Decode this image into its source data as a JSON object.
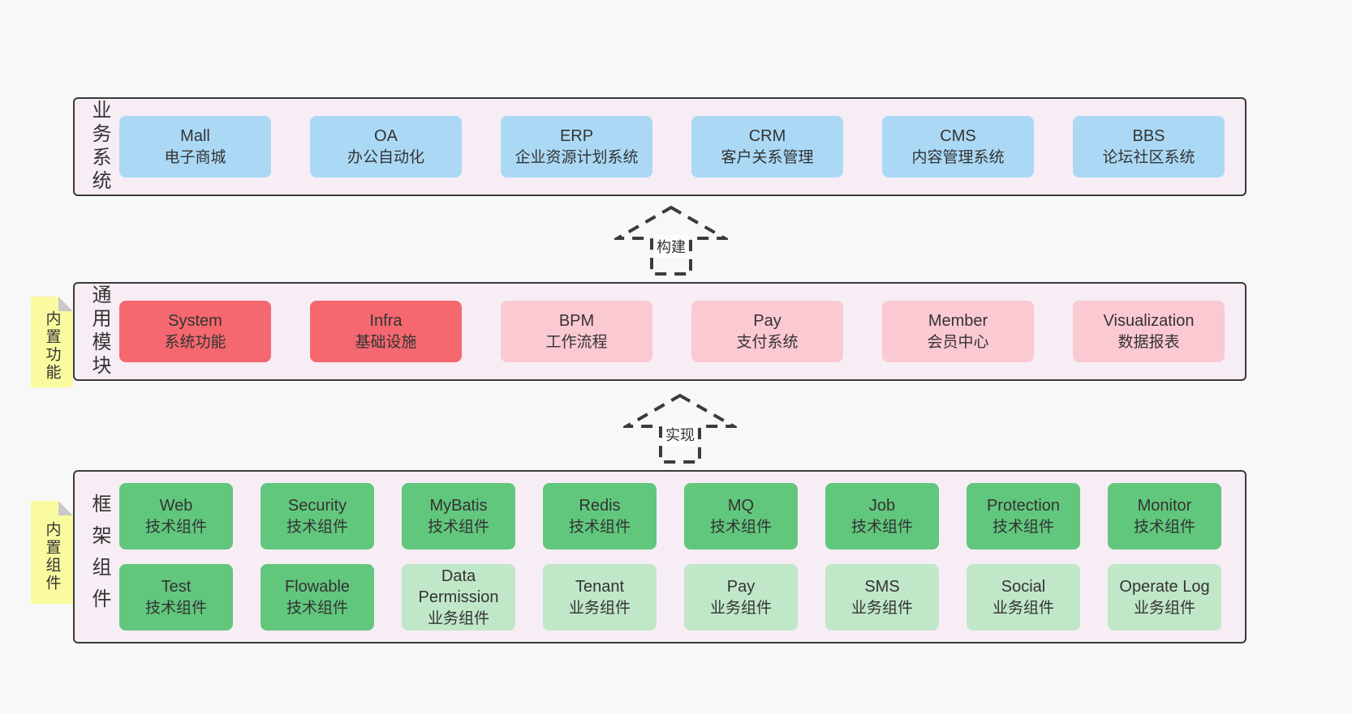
{
  "colors": {
    "page_bg": "#f8f8f8",
    "container_bg": "#f7edf5",
    "container_border": "#3b3b3b",
    "blue": "#abd9f5",
    "red": "#f5686f",
    "pink": "#fbc9d2",
    "green": "#61c77d",
    "light_green": "#c0e7c8",
    "note_yellow": "#fafaa0",
    "note_fold": "#c9c9c9",
    "text": "#333333"
  },
  "sections": [
    {
      "label": "业务系统",
      "note": null,
      "rows": [
        [
          {
            "en": "Mall",
            "zh": "电子商城",
            "color": "blue"
          },
          {
            "en": "OA",
            "zh": "办公自动化",
            "color": "blue"
          },
          {
            "en": "ERP",
            "zh": "企业资源计划系统",
            "color": "blue"
          },
          {
            "en": "CRM",
            "zh": "客户关系管理",
            "color": "blue"
          },
          {
            "en": "CMS",
            "zh": "内容管理系统",
            "color": "blue"
          },
          {
            "en": "BBS",
            "zh": "论坛社区系统",
            "color": "blue"
          }
        ]
      ]
    },
    {
      "label": "通用模块",
      "note": "内置功能",
      "rows": [
        [
          {
            "en": "System",
            "zh": "系统功能",
            "color": "red"
          },
          {
            "en": "Infra",
            "zh": "基础设施",
            "color": "red"
          },
          {
            "en": "BPM",
            "zh": "工作流程",
            "color": "pink"
          },
          {
            "en": "Pay",
            "zh": "支付系统",
            "color": "pink"
          },
          {
            "en": "Member",
            "zh": "会员中心",
            "color": "pink"
          },
          {
            "en": "Visualization",
            "zh": "数据报表",
            "color": "pink"
          }
        ]
      ]
    },
    {
      "label": "框架组件",
      "note": "内置组件",
      "rows": [
        [
          {
            "en": "Web",
            "zh": "技术组件",
            "color": "green"
          },
          {
            "en": "Security",
            "zh": "技术组件",
            "color": "green"
          },
          {
            "en": "MyBatis",
            "zh": "技术组件",
            "color": "green"
          },
          {
            "en": "Redis",
            "zh": "技术组件",
            "color": "green"
          },
          {
            "en": "MQ",
            "zh": "技术组件",
            "color": "green"
          },
          {
            "en": "Job",
            "zh": "技术组件",
            "color": "green"
          },
          {
            "en": "Protection",
            "zh": "技术组件",
            "color": "green"
          },
          {
            "en": "Monitor",
            "zh": "技术组件",
            "color": "green"
          }
        ],
        [
          {
            "en": "Test",
            "zh": "技术组件",
            "color": "green"
          },
          {
            "en": "Flowable",
            "zh": "技术组件",
            "color": "green"
          },
          {
            "en": "Data Permission",
            "zh": "业务组件",
            "color": "light_green"
          },
          {
            "en": "Tenant",
            "zh": "业务组件",
            "color": "light_green"
          },
          {
            "en": "Pay",
            "zh": "业务组件",
            "color": "light_green"
          },
          {
            "en": "SMS",
            "zh": "业务组件",
            "color": "light_green"
          },
          {
            "en": "Social",
            "zh": "业务组件",
            "color": "light_green"
          },
          {
            "en": "Operate Log",
            "zh": "业务组件",
            "color": "light_green"
          }
        ]
      ]
    }
  ],
  "arrows": [
    {
      "label": "构建"
    },
    {
      "label": "实现"
    }
  ]
}
